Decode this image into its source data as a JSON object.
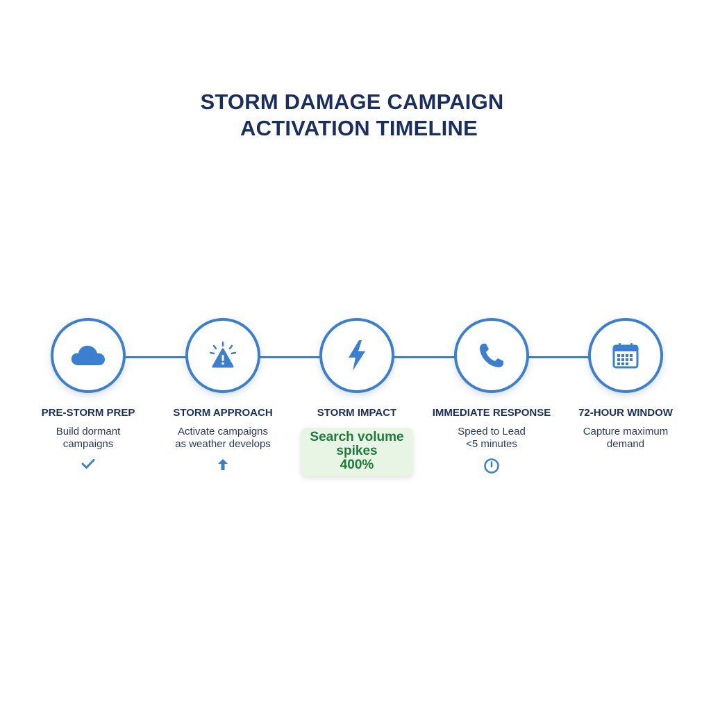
{
  "title": {
    "line1": "STORM DAMAGE CAMPAIGN",
    "line2": "ACTIVATION TIMELINE"
  },
  "colors": {
    "accent": "#3a7fd0",
    "title": "#1b2f5e",
    "highlight_bg": "#e8f5e4",
    "highlight_text": "#1d7a3d"
  },
  "steps": [
    {
      "title": "PRE-STORM PREP",
      "desc": [
        "Build dormant",
        "campaigns"
      ],
      "icon": "cloud-icon",
      "status_icon": "checkmark-icon"
    },
    {
      "title": "STORM APPROACH",
      "desc": [
        "Activate campaigns",
        "as weather develops"
      ],
      "icon": "warning-alert-icon",
      "status_icon": "up-arrow-icon"
    },
    {
      "title": "STORM IMPACT",
      "highlight": [
        "Search volume",
        "spikes",
        "400%"
      ],
      "icon": "lightning-bolt-icon"
    },
    {
      "title": "IMMEDIATE RESPONSE",
      "desc": [
        "Speed to Lead",
        "<5 minutes"
      ],
      "icon": "phone-icon",
      "status_icon": "timer-icon"
    },
    {
      "title": "72-HOUR WINDOW",
      "desc": [
        "Capture maximum",
        "demand"
      ],
      "icon": "calendar-icon"
    }
  ]
}
